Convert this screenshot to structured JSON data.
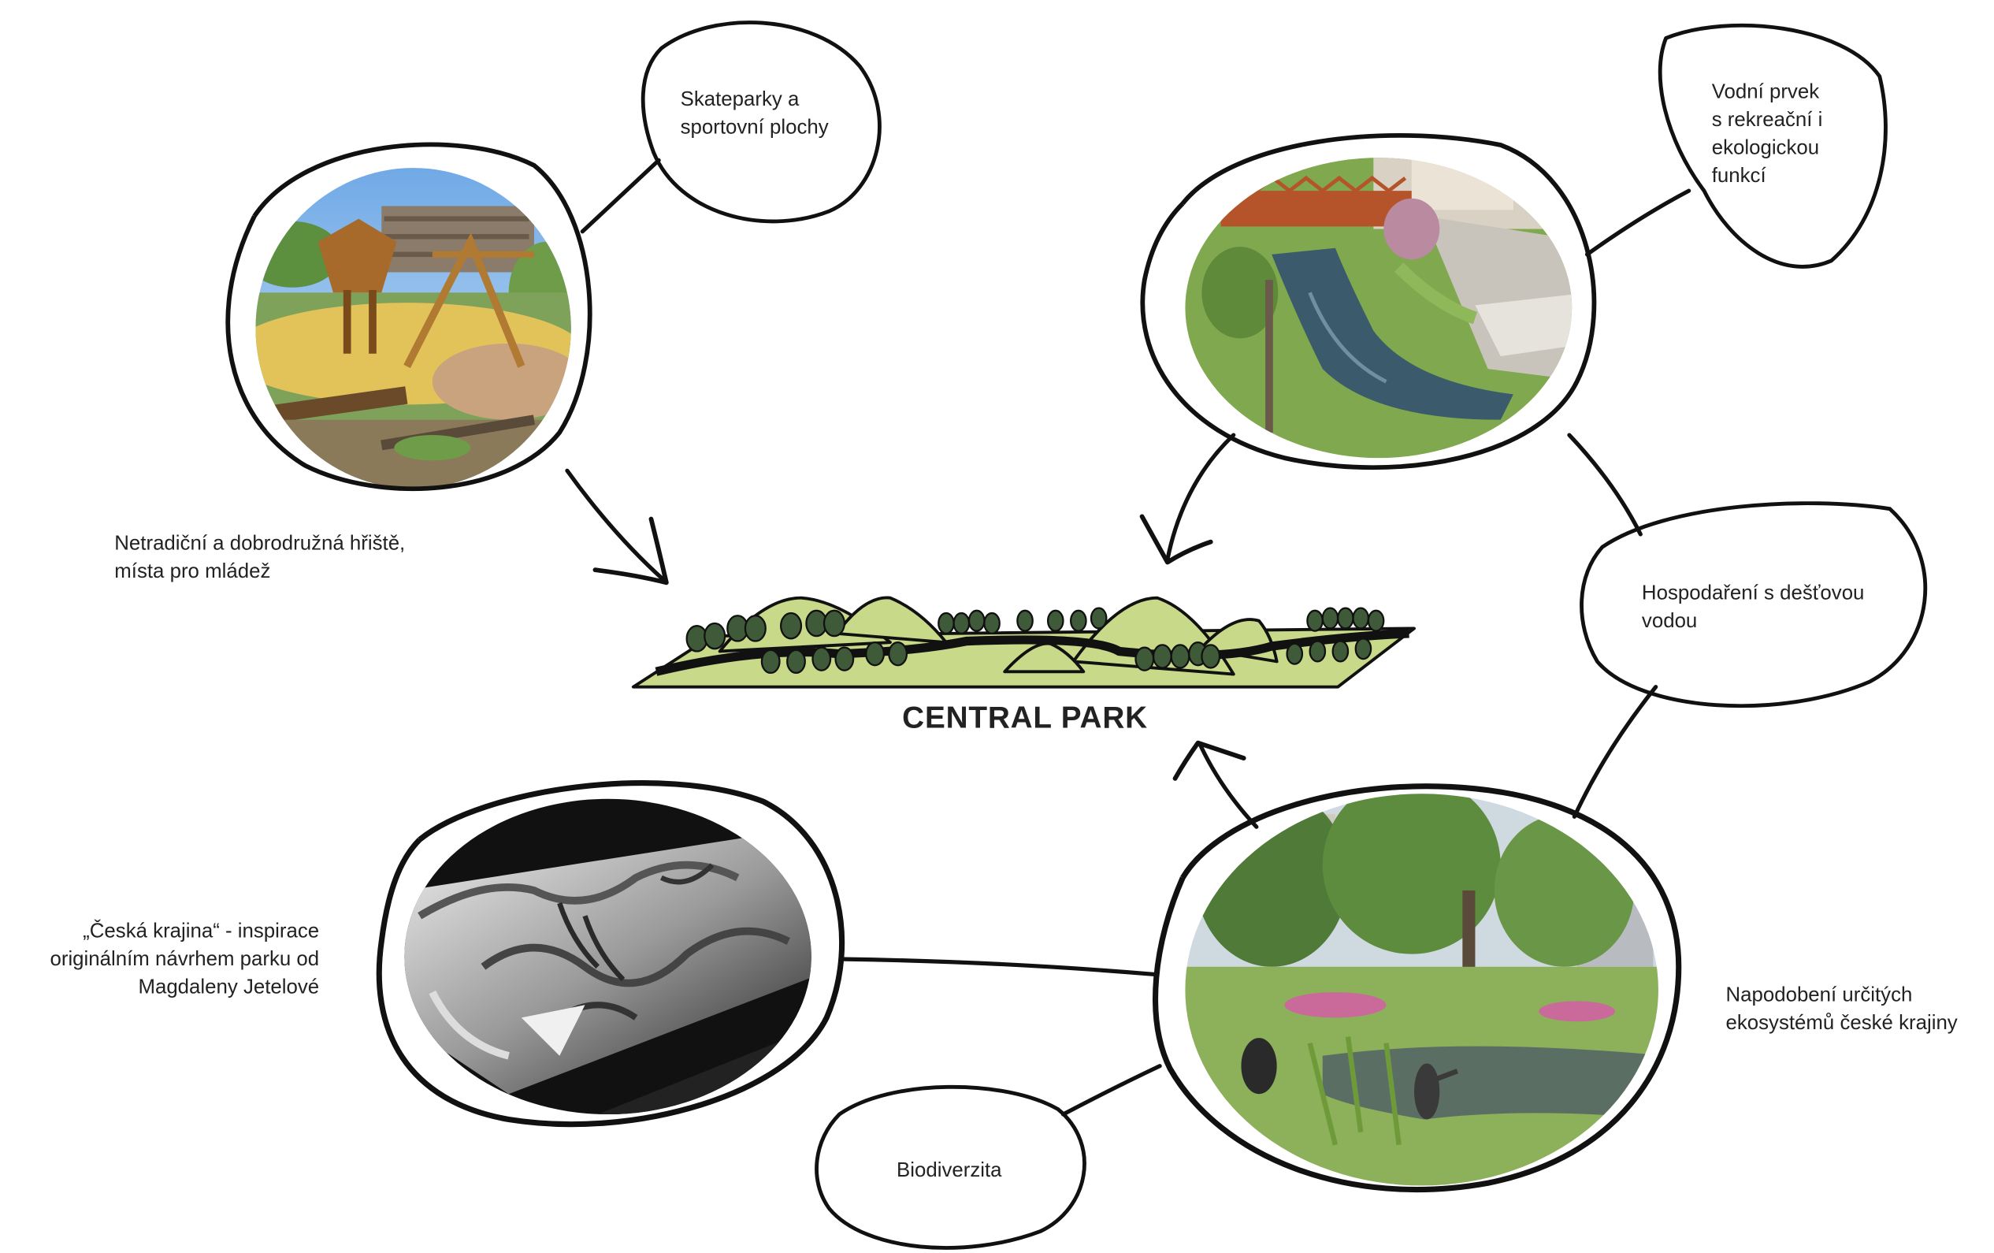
{
  "title": "CENTRAL PARK",
  "labels": {
    "skateparks": "Skateparky a\nsportovní plochy",
    "water_element": "Vodní prvek\ns rekreační i\nekologickou\nfunkcí",
    "playgrounds": "Netradiční a dobrodružná hřiště,\nmísta pro mládež",
    "rainwater": "Hospodaření s dešťovou\nvodou",
    "czech_landscape": "„Česká krajina“ - inspirace\noriginálním návrhem parku od\nMagdaleny Jetelové",
    "ecosystems": "Napodobení určitých\nekosystémů české krajiny",
    "biodiversity": "Biodiverzita"
  },
  "colors": {
    "park_green": "#c9d98a",
    "tree_dark": "#3f5a38",
    "outline": "#111111"
  }
}
